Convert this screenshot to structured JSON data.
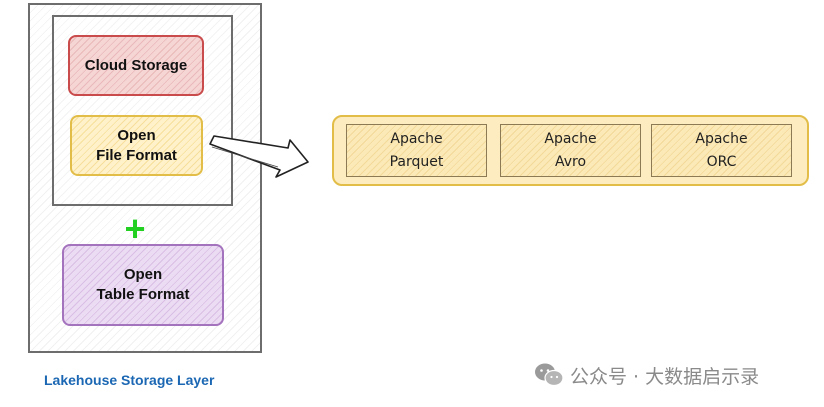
{
  "diagram": {
    "caption": "Lakehouse Storage Layer",
    "cloud_storage": "Cloud Storage",
    "open_file_format": [
      "Open",
      "File Format"
    ],
    "plus_symbol": "+",
    "open_table_format": [
      "Open",
      "Table Format"
    ],
    "file_formats": [
      {
        "line1": "Apache",
        "line2": "Parquet"
      },
      {
        "line1": "Apache",
        "line2": "Avro"
      },
      {
        "line1": "Apache",
        "line2": "ORC"
      }
    ]
  },
  "watermark": {
    "text": "公众号 · 大数据启示录",
    "icon": "wechat-icon"
  },
  "colors": {
    "caption": "#1b67b3",
    "cloud_border": "#c94b4b",
    "file_border": "#e2bd48",
    "table_border": "#a473bd",
    "plus": "#22d022"
  }
}
